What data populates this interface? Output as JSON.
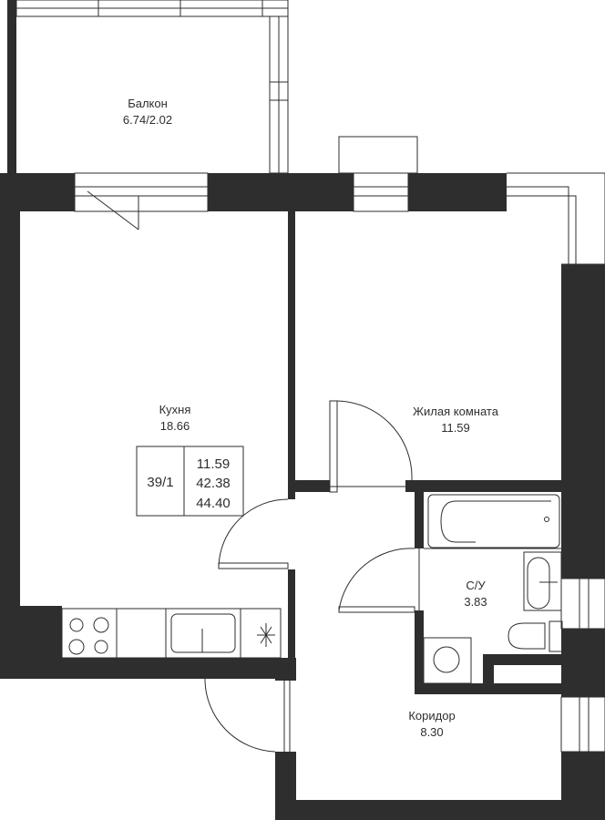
{
  "rooms": {
    "balcony": {
      "name": "Балкон",
      "area": "6.74/2.02"
    },
    "kitchen": {
      "name": "Кухня",
      "area": "18.66"
    },
    "living": {
      "name": "Жилая комната",
      "area": "11.59"
    },
    "bathroom": {
      "name": "С/У",
      "area": "3.83"
    },
    "corridor": {
      "name": "Коридор",
      "area": "8.30"
    }
  },
  "summary": {
    "apartment_number": "39/1",
    "living_area": "11.59",
    "area_without_balcony": "42.38",
    "total_area": "44.40"
  }
}
